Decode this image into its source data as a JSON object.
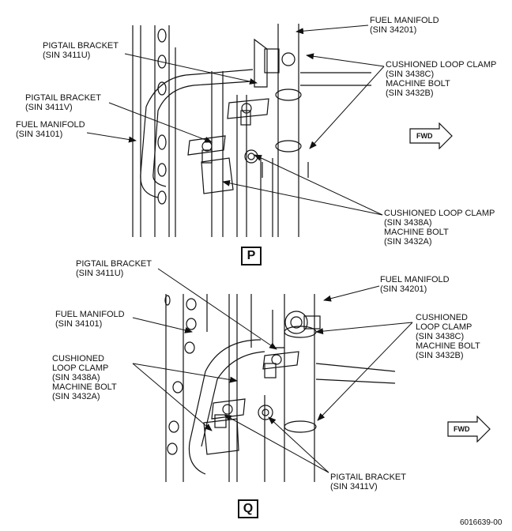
{
  "view_p": {
    "label": "P",
    "fuel_manifold_top": {
      "line1": "FUEL MANIFOLD",
      "line2": "(SIN 34201)"
    },
    "pigtail_u": {
      "line1": "PIGTAIL BRACKET",
      "line2": "(SIN 3411U)"
    },
    "pigtail_v": {
      "line1": "PIGTAIL BRACKET",
      "line2": "(SIN 3411V)"
    },
    "fuel_manifold_left": {
      "line1": "FUEL MANIFOLD",
      "line2": "(SIN 34101)"
    },
    "clamp_c": {
      "line1": "CUSHIONED LOOP CLAMP",
      "line2": "(SIN 3438C)",
      "line3": "MACHINE BOLT",
      "line4": "(SIN 3432B)"
    },
    "clamp_a": {
      "line1": "CUSHIONED LOOP CLAMP",
      "line2": "(SIN 3438A)",
      "line3": "MACHINE BOLT",
      "line4": "(SIN 3432A)"
    },
    "fwd": "FWD"
  },
  "view_q": {
    "label": "Q",
    "pigtail_u": {
      "line1": "PIGTAIL BRACKET",
      "line2": "(SIN 3411U)"
    },
    "fuel_manifold_right": {
      "line1": "FUEL MANIFOLD",
      "line2": "(SIN 34201)"
    },
    "fuel_manifold_left": {
      "line1": "FUEL MANIFOLD",
      "line2": "(SIN 34101)"
    },
    "clamp_c": {
      "line1": "CUSHIONED",
      "line2": "LOOP CLAMP",
      "line3": "(SIN 3438C)",
      "line4": "MACHINE BOLT",
      "line5": "(SIN 3432B)"
    },
    "clamp_a": {
      "line1": "CUSHIONED",
      "line2": "LOOP CLAMP",
      "line3": "(SIN 3438A)",
      "line4": "MACHINE BOLT",
      "line5": "(SIN 3432A)"
    },
    "pigtail_v": {
      "line1": "PIGTAIL BRACKET",
      "line2": "(SIN 3411V)"
    },
    "fwd": "FWD"
  },
  "figure_id": "6016639-00"
}
